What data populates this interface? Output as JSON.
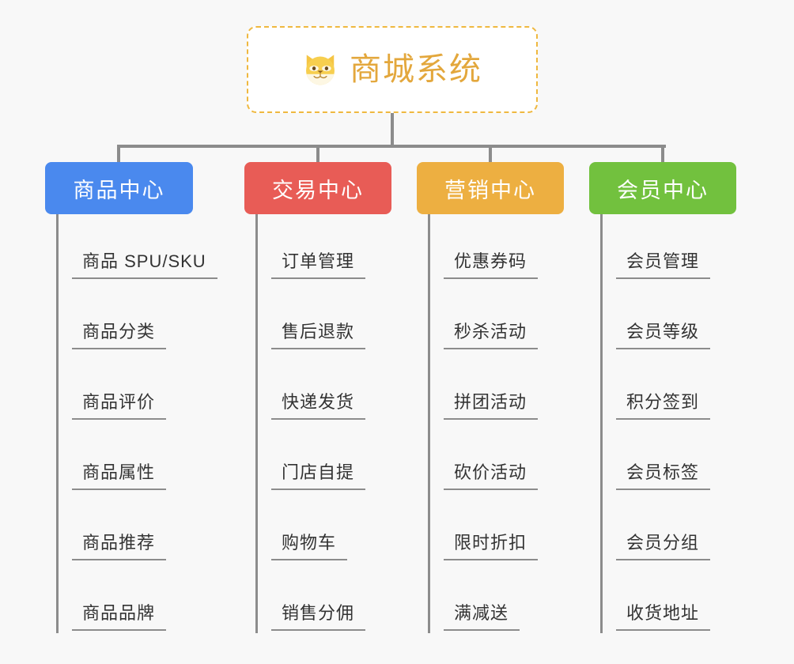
{
  "background_color": "#f8f8f8",
  "root": {
    "title": "商城系统",
    "icon": "dog-face-icon",
    "title_color": "#e3a73c",
    "border_color": "#efb83f"
  },
  "connector_color": "#8c8c8c",
  "categories": [
    {
      "label": "商品中心",
      "color": "#4a89ee",
      "items": [
        {
          "label": "商品 SPU/SKU"
        },
        {
          "label": "商品分类"
        },
        {
          "label": "商品评价"
        },
        {
          "label": "商品属性"
        },
        {
          "label": "商品推荐"
        },
        {
          "label": "商品品牌"
        }
      ]
    },
    {
      "label": "交易中心",
      "color": "#e85c56",
      "items": [
        {
          "label": "订单管理"
        },
        {
          "label": "售后退款"
        },
        {
          "label": "快递发货"
        },
        {
          "label": "门店自提"
        },
        {
          "label": "购物车"
        },
        {
          "label": "销售分佣"
        }
      ]
    },
    {
      "label": "营销中心",
      "color": "#edaf41",
      "items": [
        {
          "label": "优惠券码"
        },
        {
          "label": "秒杀活动"
        },
        {
          "label": "拼团活动"
        },
        {
          "label": "砍价活动"
        },
        {
          "label": "限时折扣"
        },
        {
          "label": "满减送"
        }
      ]
    },
    {
      "label": "会员中心",
      "color": "#72c13e",
      "items": [
        {
          "label": "会员管理"
        },
        {
          "label": "会员等级"
        },
        {
          "label": "积分签到"
        },
        {
          "label": "会员标签"
        },
        {
          "label": "会员分组"
        },
        {
          "label": "收货地址"
        }
      ]
    }
  ]
}
